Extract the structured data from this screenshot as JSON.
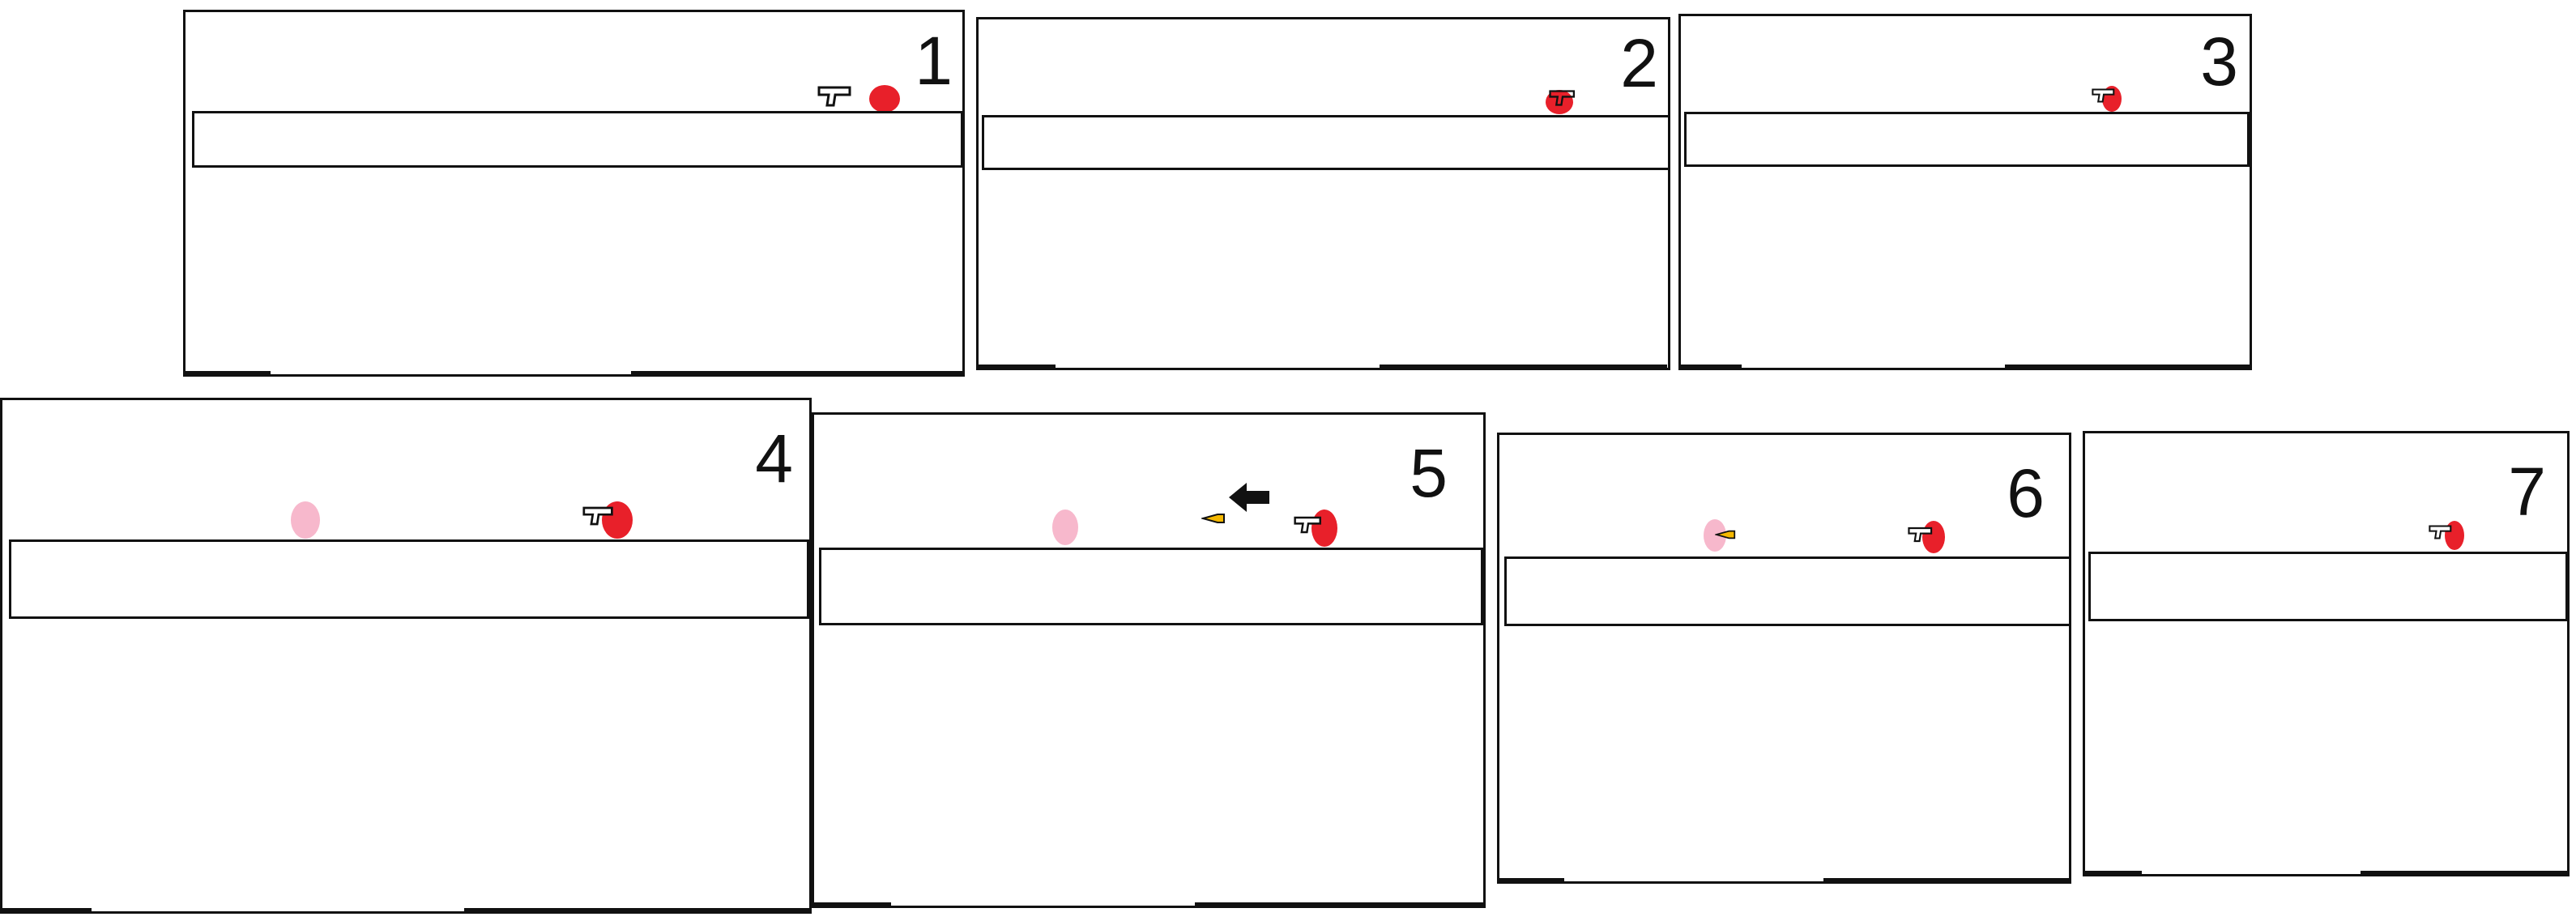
{
  "panels": [
    {
      "label": "1"
    },
    {
      "label": "2"
    },
    {
      "label": "3"
    },
    {
      "label": "4"
    },
    {
      "label": "5"
    },
    {
      "label": "6"
    },
    {
      "label": "7"
    }
  ],
  "colors": {
    "enemy": "#e8202a",
    "faded_enemy": "#f7b8cc",
    "bullet": "#f5b800",
    "outline": "#111111"
  },
  "icons": {
    "gun": "pistol-icon",
    "bullet": "bullet-icon",
    "arrow": "left-arrow-icon"
  }
}
